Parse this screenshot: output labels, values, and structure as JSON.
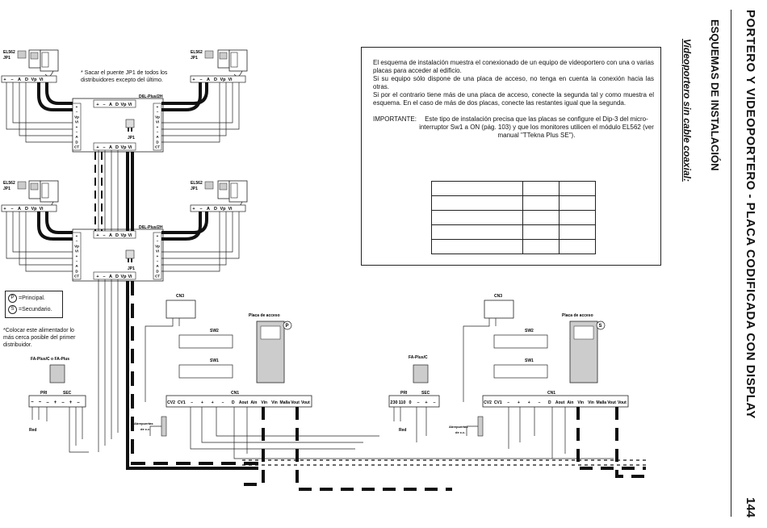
{
  "page": {
    "title": "PORTERO Y VIDEOPORTERO - PLACA CODIFICADA CON DISPLAY",
    "page_number": "144",
    "section": "ESQUEMAS DE INSTALACIÓN",
    "subsection": "Videoportero sin cable coaxial:"
  },
  "info": {
    "p1": "El esquema de instalación muestra el conexionado de un equipo de videoportero con una o varias placas para acceder al edificio.",
    "p2": "Si su equipo sólo dispone de una placa de acceso, no tenga en cuenta la conexión hacia las otras.",
    "p3": "Si por el contrario tiene más de una placa de acceso, conecte la segunda tal y como muestra el esquema. En el caso de más de dos placas, conecte las restantes igual que la segunda.",
    "important_label": "IMPORTANTE:",
    "important_text": "Este tipo de instalación precisa que las placas se configure el Dip-3 del micro-interruptor Sw1 a ON (pág. 103) y que los monitores utilicen el módulo EL562 (ver manual \"TTekna Plus SE\")."
  },
  "notes": {
    "jp1_note": "* Sacar el puente JP1 de todos los distribuidores excepto del último.",
    "legend_principal": "=Principal.",
    "legend_secundario": "=Secundario.",
    "legend_p": "P",
    "legend_s": "S",
    "psu_note": "*Colocar este alimentador lo más cerca posible del primer distribuidor."
  },
  "labels": {
    "monitor_model": "EL562",
    "jumper": "JP1",
    "distributor": "D6L-Plus/2H",
    "psu_left": "FA-Plus/C o FA-Plus",
    "psu_right": "FA-Plus/C",
    "panel": "Placa de acceso",
    "cn3": "CN3",
    "cn1": "CN1",
    "sw1": "SW1",
    "sw2": "SW2",
    "pri": "PRI",
    "sec": "SEC",
    "red": "Red",
    "door_opener_1": "Abrepuertas",
    "door_opener_2": "de c.c.",
    "panel_p": "P",
    "panel_s": "S"
  },
  "terminals": {
    "monitor": [
      "+",
      "–",
      "A",
      "D",
      "Vp",
      "Vi"
    ],
    "dist_top": [
      "+",
      "–",
      "A",
      "D",
      "Vp",
      "Vi"
    ],
    "dist_side": [
      "+",
      "–",
      "Vp",
      "Vi",
      "+",
      "–",
      "A",
      "D",
      "CT"
    ],
    "cn1": [
      "CV2",
      "CV1",
      "–",
      "+",
      "+",
      "–",
      "D",
      "Aout",
      "Ain",
      "Vin",
      "Vin",
      "Malla",
      "Vout",
      "Vout"
    ],
    "psu_left": [
      "~",
      "~",
      "–",
      "+",
      "–",
      "+",
      "–"
    ],
    "psu_right": [
      "230",
      "110",
      "0",
      "–",
      "+",
      "–"
    ]
  }
}
